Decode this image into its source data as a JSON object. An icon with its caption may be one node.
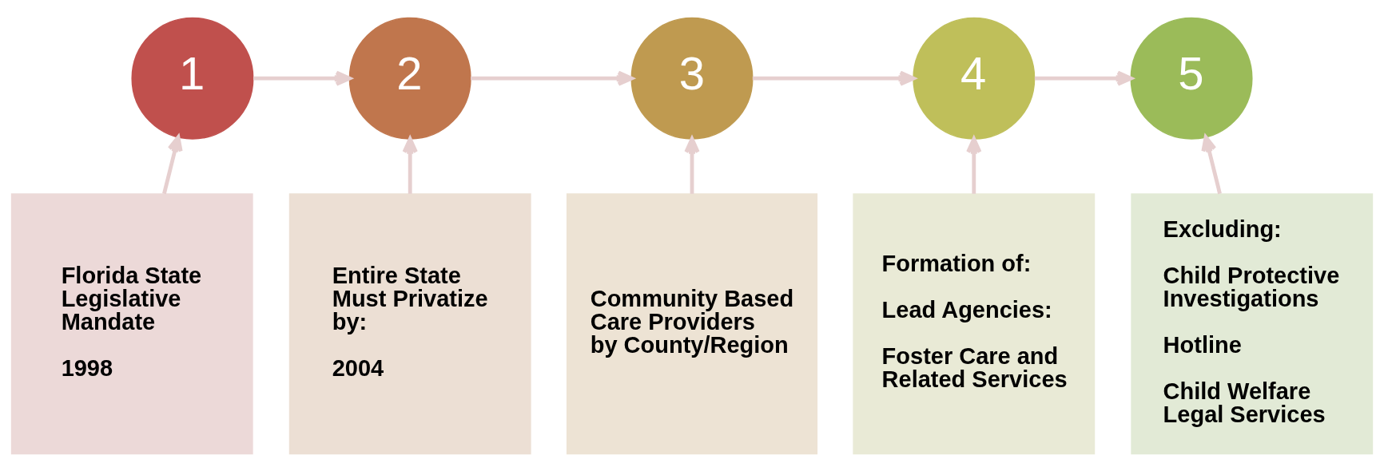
{
  "diagram": {
    "nodes": [
      {
        "text": [
          "1"
        ]
      },
      {
        "text": [
          "2"
        ]
      },
      {
        "text": [
          "3"
        ]
      },
      {
        "text": [
          "4"
        ]
      },
      {
        "text": [
          "5"
        ]
      },
      {
        "text": [
          "Florida State Legislative Mandate",
          "1998"
        ]
      },
      {
        "text": [
          "Entire State Must Privatize by:",
          "2004"
        ]
      },
      {
        "text": [
          "Community Based Care Providers by County/Region"
        ]
      },
      {
        "text": [
          "Formation of:",
          "Lead Agencies:",
          "Foster Care and Related Services"
        ]
      },
      {
        "text": [
          "Excluding:",
          "Child Protective Investigations",
          "Hotline",
          "Child Welfare Legal Services"
        ]
      }
    ],
    "edges": [
      {
        "from": 0,
        "to": 1,
        "arrow": "to"
      },
      {
        "from": 1,
        "to": 2,
        "arrow": "to"
      },
      {
        "from": 2,
        "to": 3,
        "arrow": "to"
      },
      {
        "from": 3,
        "to": 4,
        "arrow": "to"
      },
      {
        "from": 5,
        "to": 0,
        "arrow": "to"
      },
      {
        "from": 6,
        "to": 1,
        "arrow": "to"
      },
      {
        "from": 7,
        "to": 2,
        "arrow": "to"
      },
      {
        "from": 8,
        "to": 3,
        "arrow": "to"
      },
      {
        "from": 9,
        "to": 4,
        "arrow": "to"
      }
    ]
  }
}
